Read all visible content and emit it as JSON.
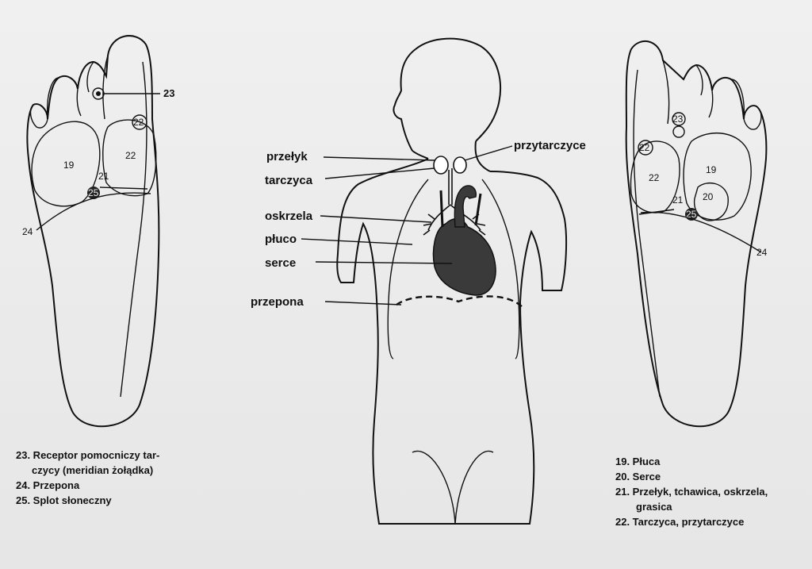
{
  "organ_labels": {
    "przelyk": "przełyk",
    "tarczyca": "tarczyca",
    "oskrzela": "oskrzela",
    "pluco": "płuco",
    "serce": "serce",
    "przepona": "przepona",
    "przytarczyce": "przytarczyce"
  },
  "left_foot": {
    "zones": {
      "z19": "19",
      "z21": "21",
      "z22": "22",
      "z22s": "22",
      "z23": "23",
      "z24": "24",
      "z25": "25"
    }
  },
  "right_foot": {
    "zones": {
      "z19": "19",
      "z20": "20",
      "z21": "21",
      "z22": "22",
      "z22s": "22",
      "z23": "23",
      "z24": "24",
      "z25": "25"
    }
  },
  "legend_left": [
    "23. Receptor pomocniczy tar-",
    "czycy (meridian żołądka)",
    "24. Przepona",
    "25. Splot słoneczny"
  ],
  "legend_right": [
    "19. Płuca",
    "20. Serce",
    "21. Przełyk, tchawica, oskrzela,",
    "grasica",
    "22. Tarczyca, przytarczyce"
  ],
  "colors": {
    "ink": "#111111",
    "paper": "#ebebeb",
    "organ_fill": "#3a3a3a"
  }
}
